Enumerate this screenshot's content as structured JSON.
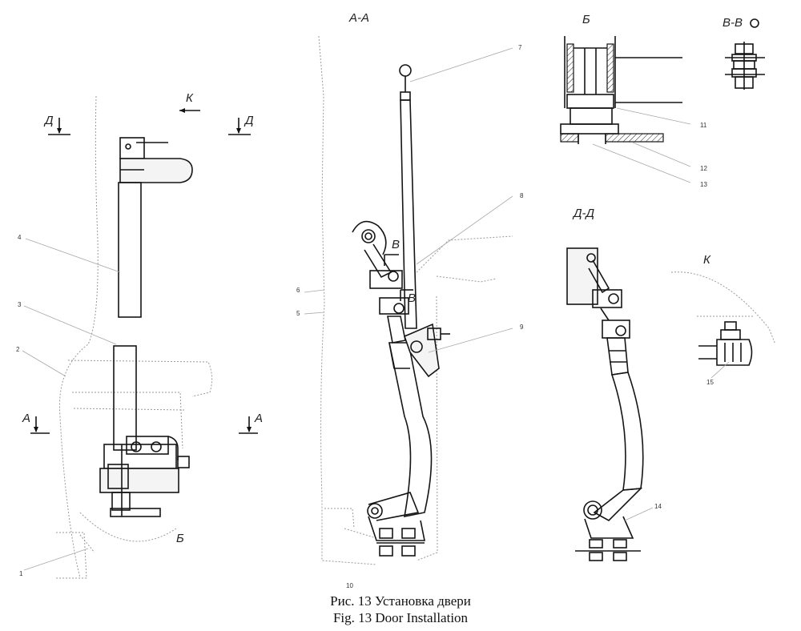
{
  "view_labels": {
    "section_aa": "А-А",
    "view_b_top": "Б",
    "section_vv": "В-В",
    "view_d_left": "Д",
    "view_d_right": "Д",
    "view_k_arrow": "К",
    "section_a_left": "А",
    "section_a_right": "А",
    "view_b_bottom": "Б",
    "cut_v_upper": "В",
    "cut_v_lower": "В",
    "section_dd": "Д-Д",
    "view_k": "К"
  },
  "part_numbers": {
    "p1": "1",
    "p2": "2",
    "p3": "3",
    "p4": "4",
    "p5": "5",
    "p6": "6",
    "p7": "7",
    "p8": "8",
    "p9": "9",
    "p10": "10",
    "p11": "11",
    "p12": "12",
    "p13": "13",
    "p14": "14",
    "p15": "15"
  },
  "caption": {
    "ru": "Рис. 13 Установка двери",
    "en": "Fig. 13 Door Installation"
  }
}
